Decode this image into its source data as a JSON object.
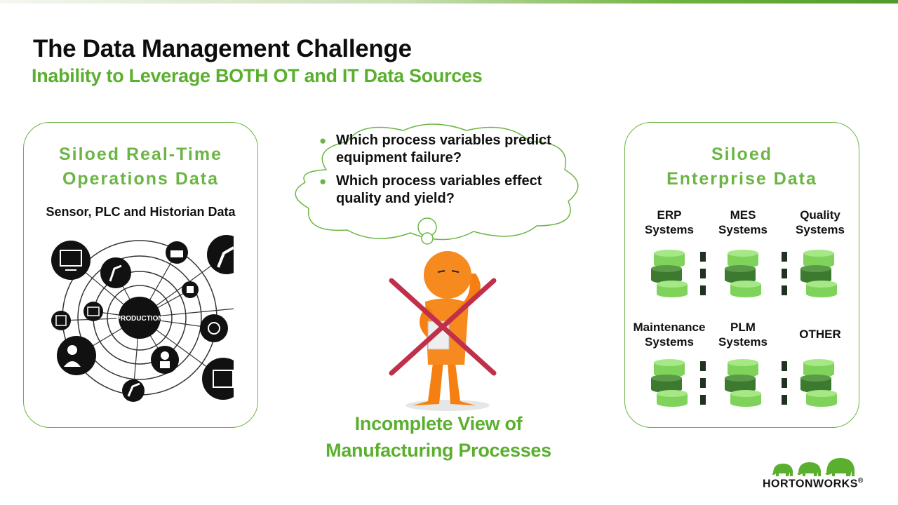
{
  "slide": {
    "title": "The Data Management Challenge",
    "subtitle": "Inability to Leverage BOTH OT and IT Data Sources"
  },
  "left_panel": {
    "heading_line1": "Siloed Real-Time",
    "heading_line2": "Operations Data",
    "caption": "Sensor, PLC and Historian Data",
    "hub_label": "PRODUCTION"
  },
  "right_panel": {
    "heading_line1": "Siloed",
    "heading_line2": "Enterprise Data",
    "systems": [
      {
        "line1": "ERP",
        "line2": "Systems"
      },
      {
        "line1": "MES",
        "line2": "Systems"
      },
      {
        "line1": "Quality",
        "line2": "Systems"
      },
      {
        "line1": "Maintenance",
        "line2": "Systems"
      },
      {
        "line1": "PLM",
        "line2": "Systems"
      },
      {
        "line1": "OTHER",
        "line2": ""
      }
    ]
  },
  "thought": {
    "bullets": [
      "Which process variables predict equipment failure?",
      "Which process variables effect quality and yield?"
    ]
  },
  "conclusion": {
    "line1": "Incomplete View of",
    "line2": "Manufacturing Processes"
  },
  "logo": {
    "text": "HORTONWORKS",
    "mark": "®"
  },
  "colors": {
    "accent_green": "#6cb544",
    "text_green": "#5aaf2e",
    "db_green": "#7fd35a",
    "db_dark": "#3c7a2f",
    "cross_red": "#c0304a",
    "figure_orange": "#f57f10"
  }
}
